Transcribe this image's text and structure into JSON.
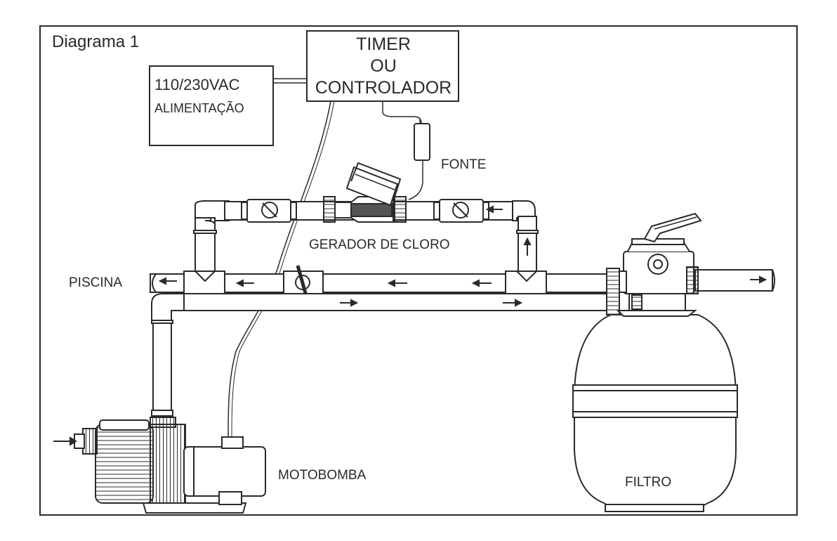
{
  "diagram": {
    "title": "Diagrama 1",
    "power_box": {
      "line1": "110/230VAC",
      "line2": "ALIMENTAÇÃO"
    },
    "timer_box": {
      "line1": "TIMER",
      "line2": "OU",
      "line3": "CONTROLADOR"
    },
    "labels": {
      "fonte": "FONTE",
      "gerador": "GERADOR DE CLORO",
      "piscina": "PISCINA",
      "motobomba": "MOTOBOMBA",
      "filtro": "FILTRO"
    }
  },
  "colors": {
    "line": "#2a2a2a",
    "fill": "#ffffff",
    "shade": "#e8e8e8",
    "dark": "#555555"
  },
  "icons": [
    "flow-arrow-icon",
    "ball-valve-icon",
    "union-fitting-icon"
  ]
}
